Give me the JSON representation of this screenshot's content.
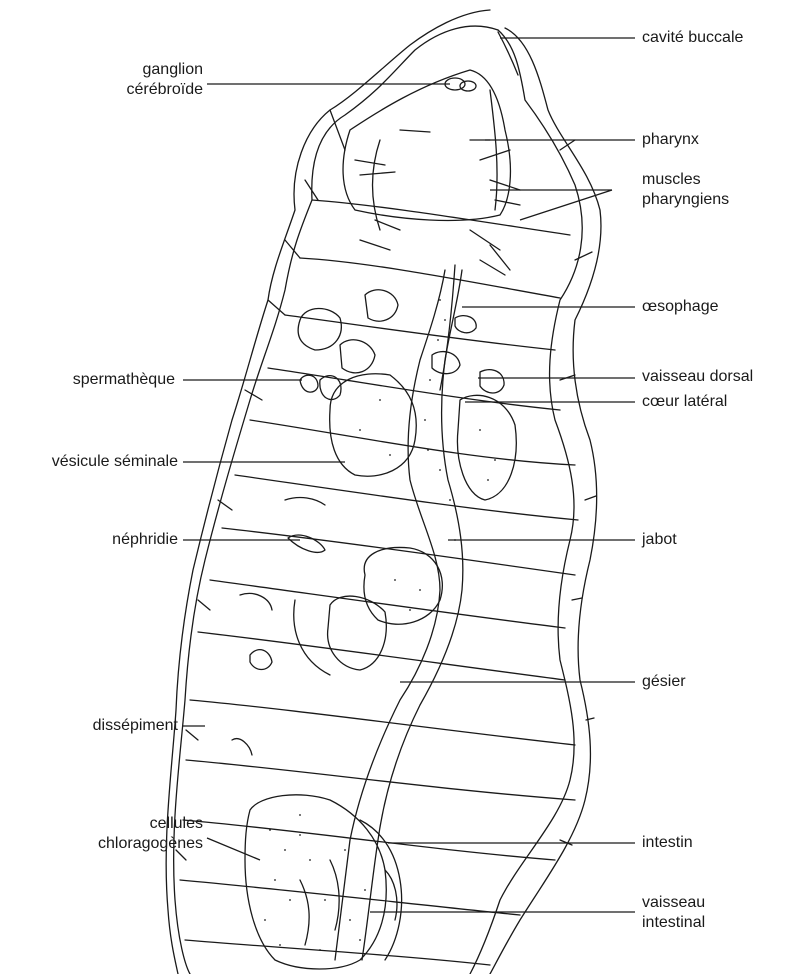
{
  "figure": {
    "labels_left": [
      {
        "id": "ganglion",
        "text": "ganglion\ncérébroïde"
      },
      {
        "id": "spermatheque",
        "text": "spermathèque"
      },
      {
        "id": "vesicule",
        "text": "vésicule séminale"
      },
      {
        "id": "nephridie",
        "text": "néphridie"
      },
      {
        "id": "dissepiment",
        "text": "dissépiment"
      },
      {
        "id": "chloragogenes",
        "text": "cellules\nchloragogènes"
      }
    ],
    "labels_right": [
      {
        "id": "cavite",
        "text": "cavité buccale"
      },
      {
        "id": "pharynx",
        "text": "pharynx"
      },
      {
        "id": "muscles",
        "text": "muscles\npharyngiens"
      },
      {
        "id": "oesophage",
        "text": "œsophage"
      },
      {
        "id": "vaisseau_dorsal",
        "text": "vaisseau dorsal"
      },
      {
        "id": "coeur",
        "text": "cœur latéral"
      },
      {
        "id": "jabot",
        "text": "jabot"
      },
      {
        "id": "gesier",
        "text": "gésier"
      },
      {
        "id": "intestin",
        "text": "intestin"
      },
      {
        "id": "vaisseau_intestinal",
        "text": "vaisseau\nintestinal"
      }
    ]
  },
  "colors": {
    "ink": "#1a1a1a",
    "background": "#ffffff"
  }
}
